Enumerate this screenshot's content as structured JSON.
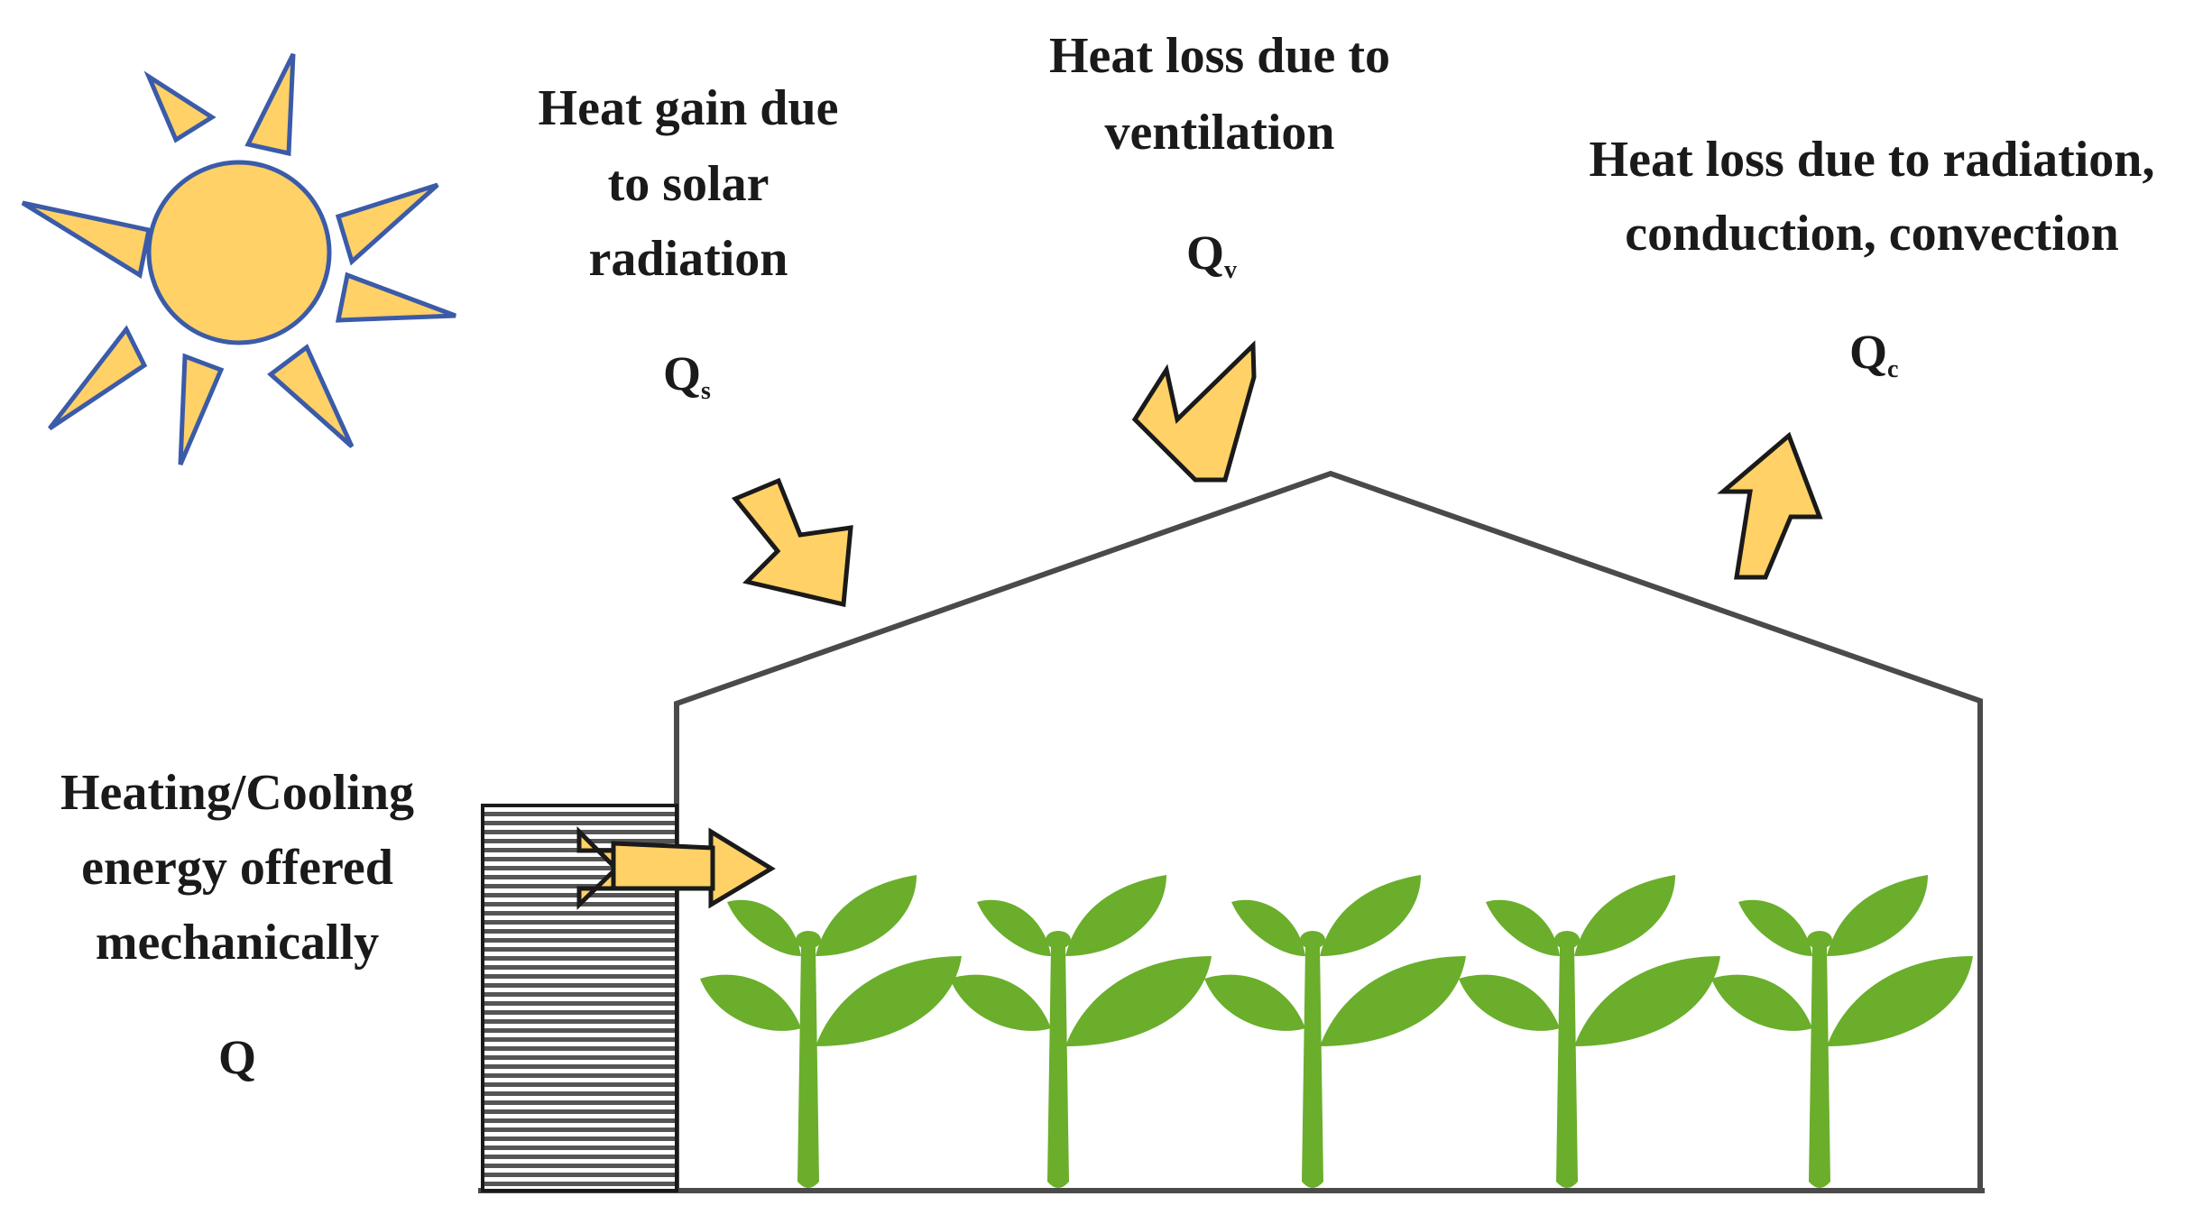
{
  "labels": {
    "solar_gain_line1": "Heat gain due",
    "solar_gain_line2": "to solar",
    "solar_gain_line3": "radiation",
    "solar_symbol": "Q",
    "solar_symbol_sub": "s",
    "ventilation_line1": "Heat loss due to",
    "ventilation_line2": "ventilation",
    "ventilation_symbol": "Q",
    "ventilation_symbol_sub": "v",
    "transmission_line1": "Heat loss due to radiation,",
    "transmission_line2": "conduction, convection",
    "transmission_symbol": "Q",
    "transmission_symbol_sub": "c",
    "mechanical_line1": "Heating/Cooling",
    "mechanical_line2": "energy offered",
    "mechanical_line3": "mechanically",
    "mechanical_symbol": "Q"
  },
  "colors": {
    "sun_fill": "#FFD166",
    "sun_stroke": "#3B5BA9",
    "arrow_fill": "#FFD166",
    "arrow_stroke": "#1a1a1a",
    "plant": "#6AAE2C",
    "greenhouse_outline": "#4a4a4a",
    "heater_fill": "#555555"
  },
  "icons": {
    "sun": "sun-icon",
    "plant": "plant-icon",
    "heater": "heater-unit"
  }
}
